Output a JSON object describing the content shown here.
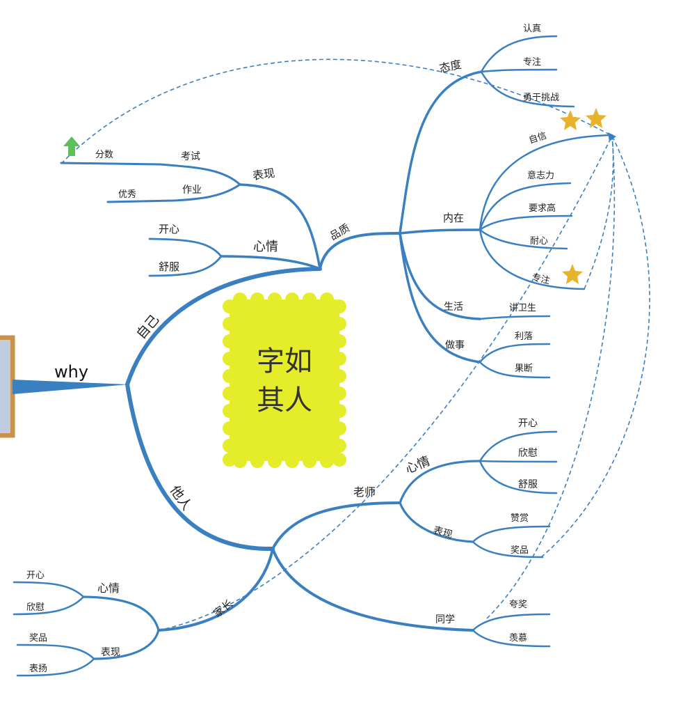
{
  "center": {
    "line1": "字如",
    "line2": "其人",
    "fill": "#e5ed2a"
  },
  "root": {
    "label": "why"
  },
  "colors": {
    "branch": "#3a80c0",
    "star": "#e8b22b",
    "arrow_up": "#5cc05a",
    "frame": "#c8924a"
  },
  "self": {
    "label": "自己",
    "mood": {
      "label": "心情",
      "items": [
        "开心",
        "舒服"
      ]
    },
    "performance": {
      "label": "表现",
      "exam": {
        "label": "考试",
        "sub": "分数"
      },
      "homework": {
        "label": "作业",
        "sub": "优秀"
      }
    },
    "quality": {
      "label": "品质",
      "attitude": {
        "label": "态度",
        "items": [
          "认真",
          "专注",
          "勇于挑战"
        ]
      },
      "inner": {
        "label": "内在",
        "items": [
          "自信",
          "意志力",
          "要求高",
          "耐心",
          "专注"
        ]
      },
      "life": {
        "label": "生活",
        "items": [
          "讲卫生"
        ]
      },
      "work": {
        "label": "做事",
        "items": [
          "利落",
          "果断"
        ]
      }
    }
  },
  "others": {
    "label": "他人",
    "teacher": {
      "label": "老师",
      "mood": {
        "label": "心情",
        "items": [
          "开心",
          "欣慰",
          "舒服"
        ]
      },
      "performance": {
        "label": "表现",
        "items": [
          "赞赏",
          "奖品"
        ]
      }
    },
    "classmates": {
      "label": "同学",
      "items": [
        "夸奖",
        "羡慕"
      ]
    },
    "parents": {
      "label": "家长",
      "mood": {
        "label": "心情",
        "items": [
          "开心",
          "欣慰"
        ]
      },
      "performance": {
        "label": "表现",
        "items": [
          "奖品",
          "表扬"
        ]
      }
    }
  }
}
